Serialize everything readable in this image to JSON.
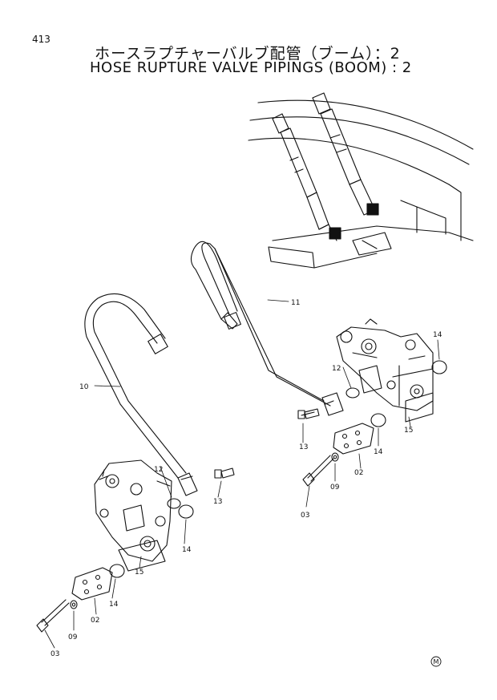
{
  "page": {
    "number": "413",
    "title_jp": "ホースラプチャーバルブ配管（ブーム）：2",
    "title_en": "HOSE RUPTURE VALVE PIPINGS (BOOM) : 2"
  },
  "callouts": {
    "c10": "10",
    "c11": "11",
    "c12a": "12",
    "c12b": "12",
    "c13a": "13",
    "c13b": "13",
    "c14a": "14",
    "c14b": "14",
    "c14c": "14",
    "c14d": "14",
    "c15a": "15",
    "c15b": "15",
    "c02a": "02",
    "c02b": "02",
    "c09a": "09",
    "c09b": "09",
    "c03a": "03",
    "c03b": "03"
  },
  "stamp": {
    "symbol": "M"
  },
  "colors": {
    "ink": "#111111",
    "paper": "#ffffff"
  }
}
